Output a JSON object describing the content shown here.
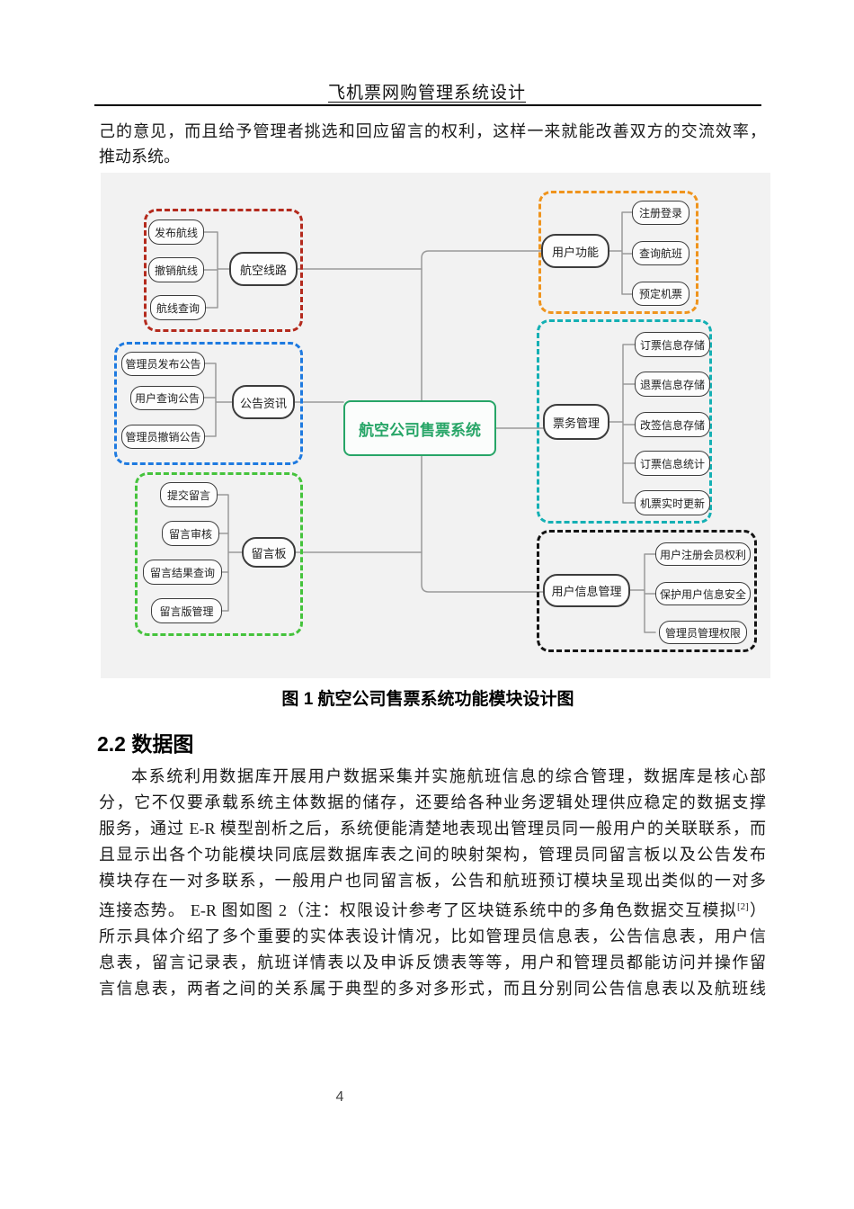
{
  "header": {
    "title": "飞机票网购管理系统设计"
  },
  "intro_paragraph": {
    "line1": "己的意见，而且给予管理者挑选和回应留言的权利，这样一来就能改善双方的交流效率，",
    "line2": "推动系统。"
  },
  "diagram": {
    "center_label": "航空公司售票系统",
    "colors": {
      "airline_routes": "#b42a1d",
      "announcements": "#1e7ae0",
      "message_board": "#45c33c",
      "user_functions": "#ef941d",
      "ticket_management": "#14b0b4",
      "user_info_management": "#141414",
      "center_node": "#27a567",
      "connector": "#999999",
      "canvas_background": "#f2f2f2"
    },
    "clusters": [
      {
        "parent": "航空线路",
        "children": [
          "发布航线",
          "撤销航线",
          "航线查询"
        ]
      },
      {
        "parent": "公告资讯",
        "children": [
          "管理员发布公告",
          "用户查询公告",
          "管理员撤销公告"
        ]
      },
      {
        "parent": "留言板",
        "children": [
          "提交留言",
          "留言审核",
          "留言结果查询",
          "留言版管理"
        ]
      },
      {
        "parent": "用户功能",
        "children": [
          "注册登录",
          "查询航班",
          "预定机票"
        ]
      },
      {
        "parent": "票务管理",
        "children": [
          "订票信息存储",
          "退票信息存储",
          "改签信息存储",
          "订票信息统计",
          "机票实时更新"
        ]
      },
      {
        "parent": "用户信息管理",
        "children": [
          "用户注册会员权利",
          "保护用户信息安全",
          "管理员管理权限"
        ]
      }
    ]
  },
  "figure_caption": "图 1  航空公司售票系统功能模块设计图",
  "section2": {
    "heading": "2.2  数据图",
    "lines": [
      "本系统利用数据库开展用户数据采集并实施航班信息的综合管理，数据库是核心部",
      "分，它不仅要承载系统主体数据的储存，还要给各种业务逻辑处理供应稳定的数据支撑",
      "服务，通过 E-R 模型剖析之后，系统便能清楚地表现出管理员同一般用户的关联联系，而",
      "且显示出各个功能模块同底层数据库表之间的映射架构，管理员同留言板以及公告发布",
      "模块存在一对多联系，一般用户也同留言板，公告和航班预订模块呈现出类似的一对多"
    ],
    "line6": {
      "before": "连接态势。 E-R 图如图 2（注：权限设计参考了区块链系统中的多角色数据交互模拟",
      "ref": "[2]",
      "after": "）"
    },
    "lines_after": [
      "所示具体介绍了多个重要的实体表设计情况，比如管理员信息表，公告信息表，用户信",
      "息表，留言记录表，航班详情表以及申诉反馈表等等，用户和管理员都能访问并操作留",
      "言信息表，两者之间的关系属于典型的多对多形式，而且分别同公告信息表以及航班线"
    ]
  },
  "page_number": "4"
}
